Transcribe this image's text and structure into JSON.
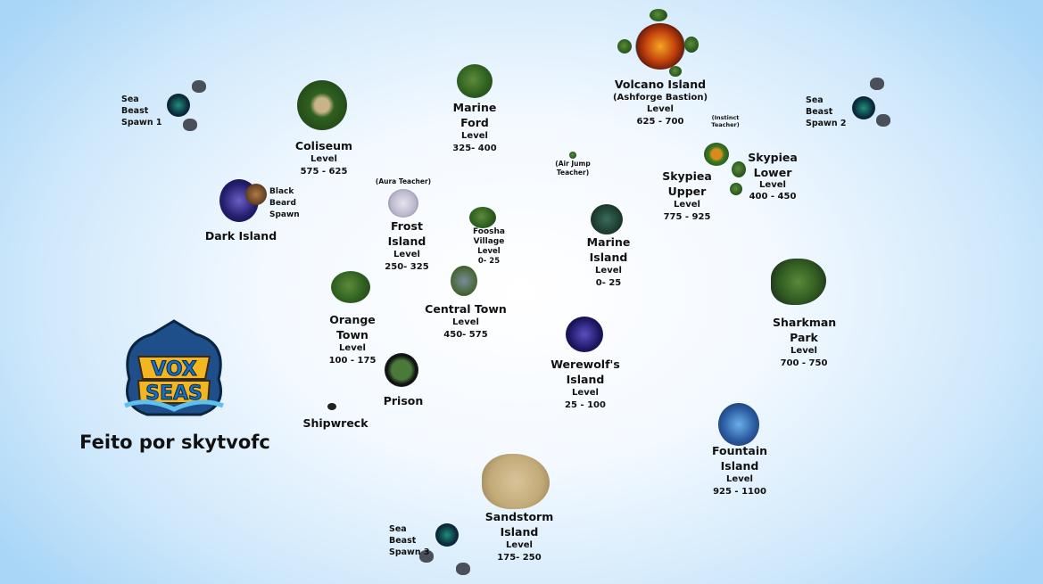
{
  "map": {
    "level_word": "Level",
    "locations": [
      {
        "name": "Coliseum",
        "level": "575 - 625"
      },
      {
        "name": "Marine Ford",
        "level": "325- 400"
      },
      {
        "name": "Volcano Island",
        "subtitle": "(Ashforge Bastion)",
        "level": "625 - 700"
      },
      {
        "name": "Skypiea Upper",
        "level": "775 - 925"
      },
      {
        "name": "Skypiea Lower",
        "level": "400 - 450"
      },
      {
        "name": "Dark Island"
      },
      {
        "name": "Frost Island",
        "level": "250- 325"
      },
      {
        "name": "Foosha Village",
        "level": "0- 25"
      },
      {
        "name": "Marine Island",
        "level": "0- 25"
      },
      {
        "name": "Orange Town",
        "level": "100 - 175"
      },
      {
        "name": "Central Town",
        "level": "450- 575"
      },
      {
        "name": "Werewolf's Island",
        "level": "25 - 100"
      },
      {
        "name": "Sharkman Park",
        "level": "700 - 750"
      },
      {
        "name": "Prison"
      },
      {
        "name": "Shipwreck"
      },
      {
        "name": "Fountain Island",
        "level": "925 - 1100"
      },
      {
        "name": "Sandstorm Island",
        "level": "175- 250"
      }
    ],
    "markers": {
      "sea_beast_1": "Sea Beast Spawn 1",
      "sea_beast_2": "Sea Beast Spawn 2",
      "sea_beast_3": "Sea Beast Spawn 3",
      "black_beard": "Black Beard Spawn",
      "aura_teacher": "(Aura Teacher)",
      "air_jump_teacher": "(Air Jump Teacher)",
      "instinct_teacher": "(Instinct Teacher)"
    }
  },
  "logo": {
    "text": "VOX SEAS"
  },
  "credit": "Feito por skytvofc"
}
